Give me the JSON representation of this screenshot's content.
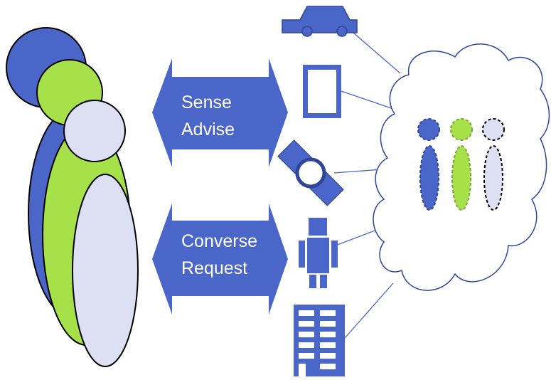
{
  "arrows": {
    "top": {
      "line1": "Sense",
      "line2": "Advise"
    },
    "bottom": {
      "line1": "Converse",
      "line2": "Request"
    }
  },
  "people_group": {
    "members": [
      "blue-person",
      "green-person",
      "lavender-person"
    ]
  },
  "devices": [
    "car-icon",
    "tablet-icon",
    "watch-icon",
    "robot-icon",
    "building-icon"
  ],
  "cloud": {
    "members": [
      "blue-person-icon",
      "green-person-icon",
      "lavender-person-icon"
    ]
  },
  "colors": {
    "blue": "#4A66C8",
    "green": "#A6E14A",
    "lavender": "#DCE0F2",
    "stroke": "#000000",
    "device": "#4A66C8",
    "device_dark": "#2F4597",
    "line": "#4A66C8",
    "cloud_outline": "#2F4597",
    "arrow": "#4A66C8",
    "text_on_arrow": "#FFFFFF"
  }
}
